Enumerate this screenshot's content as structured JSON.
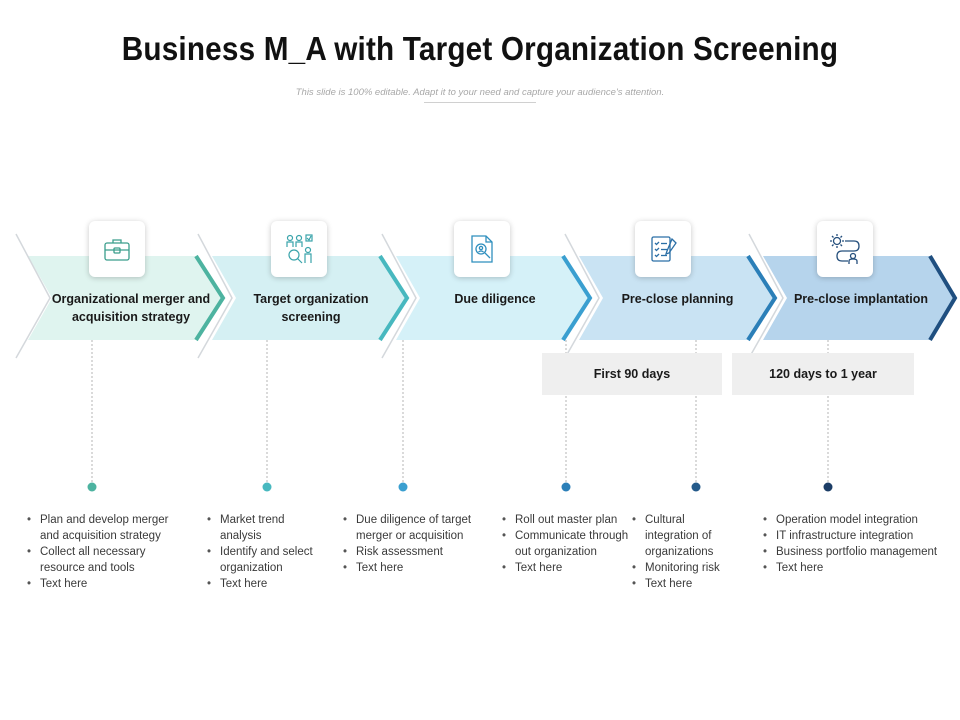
{
  "title": "Business M_A with Target Organization Screening",
  "subtitle": "This slide is 100% editable. Adapt it to your need and capture your audience's attention.",
  "colors": {
    "stage1": "#dff4ef",
    "stage2": "#d5f0f3",
    "stage3": "#d5f1f8",
    "stage4": "#c9e3f3",
    "stage5": "#b6d4ec",
    "dot1": "#4db3a0",
    "dot2": "#48b8bf",
    "dot3": "#3a9fd0",
    "dot4": "#2b7fb8",
    "dot5": "#245a8a",
    "dot6": "#1c3d66"
  },
  "stages": [
    {
      "label": "Organizational merger and acquisition strategy",
      "icon": "briefcase-icon"
    },
    {
      "label": "Target organization screening",
      "icon": "people-search-icon"
    },
    {
      "label": "Due diligence",
      "icon": "document-search-icon"
    },
    {
      "label": "Pre-close planning",
      "icon": "checklist-icon"
    },
    {
      "label": "Pre-close implantation",
      "icon": "gear-process-icon"
    }
  ],
  "phases": [
    {
      "label": "First 90 days"
    },
    {
      "label": "120 days to 1 year"
    }
  ],
  "columns": [
    {
      "items": [
        "Plan and develop merger and acquisition strategy",
        "Collect all necessary resource and tools",
        "Text here"
      ]
    },
    {
      "items": [
        "Market trend analysis",
        "Identify and select organization",
        "Text here"
      ]
    },
    {
      "items": [
        "Due diligence of target merger or acquisition",
        "Risk assessment",
        "Text here"
      ]
    },
    {
      "items": [
        "Roll out master plan",
        "Communicate through out organization",
        "Text here"
      ]
    },
    {
      "items": [
        "Cultural integration of organizations",
        "Monitoring risk",
        "Text here"
      ]
    },
    {
      "items": [
        "Operation model integration",
        "IT infrastructure integration",
        "Business portfolio management",
        "Text here"
      ]
    }
  ]
}
